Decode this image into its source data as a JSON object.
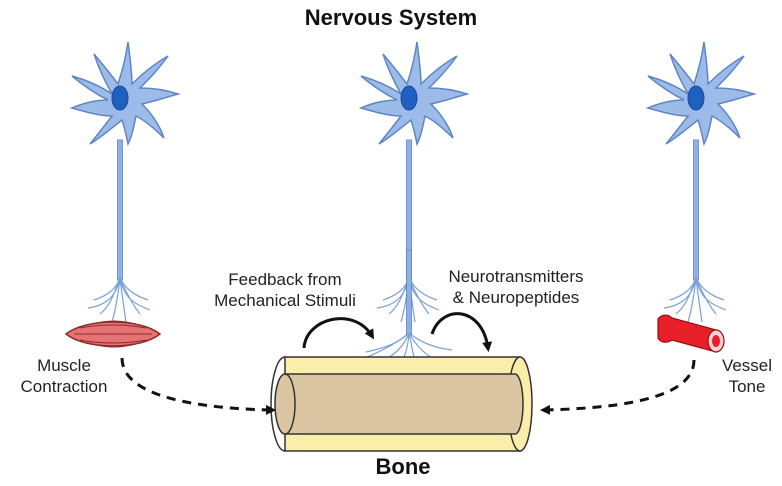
{
  "title": "Nervous System",
  "bottom_label": "Bone",
  "labels": {
    "feedback_line1": "Feedback from",
    "feedback_line2": "Mechanical Stimuli",
    "neuro_line1": "Neurotransmitters",
    "neuro_line2": "& Neuropeptides",
    "muscle_line1": "Muscle",
    "muscle_line2": "Contraction",
    "vessel_line1": "Vessel",
    "vessel_line2": "Tone"
  },
  "colors": {
    "neuron_fill": "#9dbbe8",
    "neuron_stroke": "#5d86c4",
    "nucleus": "#1f5fbf",
    "axon": "#8fb0e3",
    "bone_outer": "#fbeeaa",
    "bone_inner": "#dcc5a3",
    "muscle": "#e57373",
    "vessel": "#e8202a"
  },
  "icons": [
    "neuron-icon",
    "muscle-icon",
    "blood-vessel-icon",
    "bone-icon",
    "curved-arrow-icon",
    "dashed-arrow-icon"
  ]
}
